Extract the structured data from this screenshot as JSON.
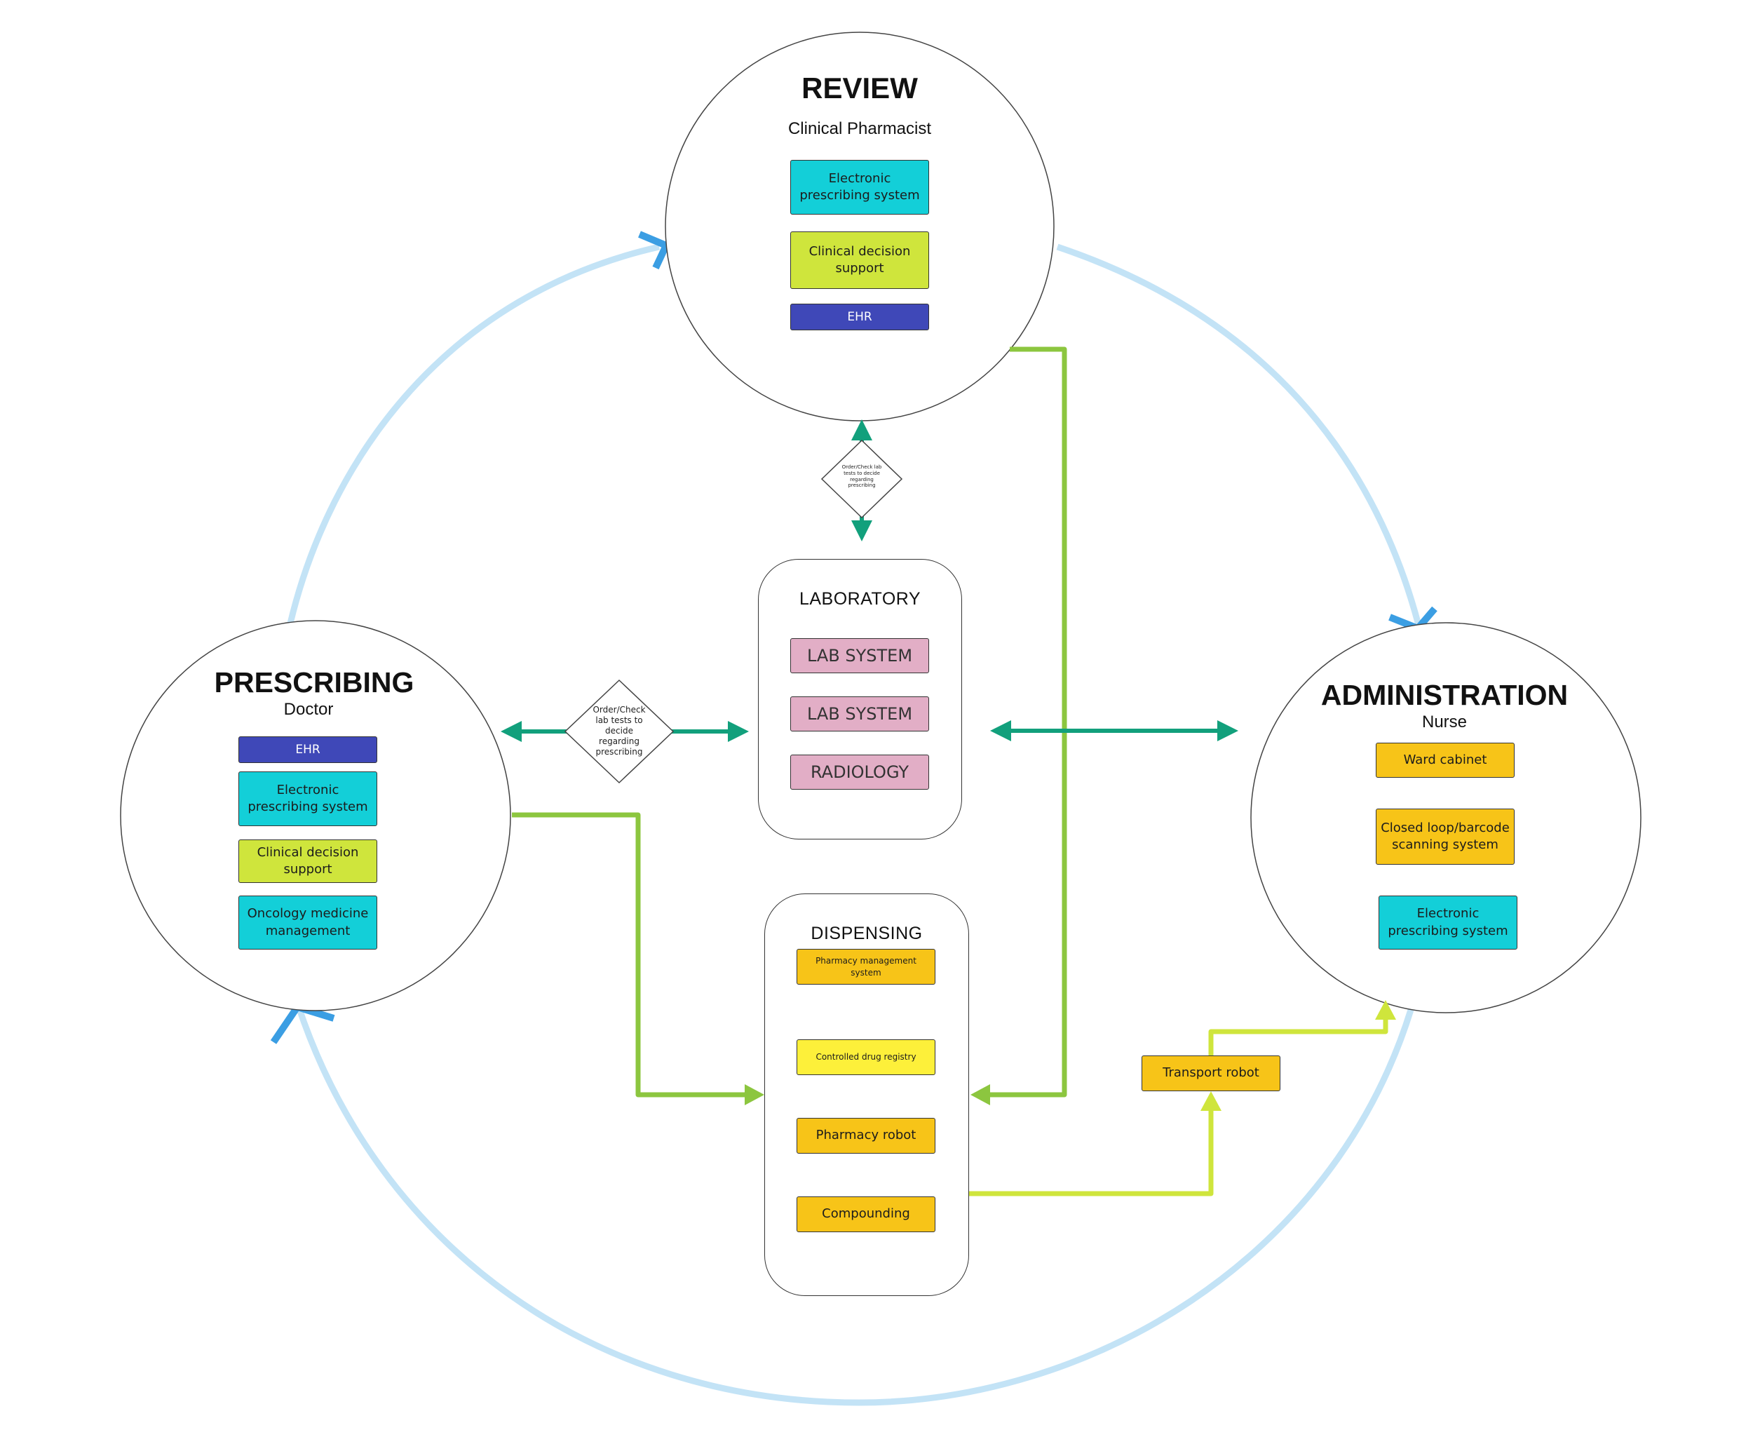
{
  "colors": {
    "cycle_arc": "#c3e3f6",
    "cycle_arrowhead": "#3b9ee3",
    "flow_green": "#8cc63f",
    "flow_lime": "#cfe53c",
    "teal_arrow": "#12a07c",
    "cyan_box": "#13cfd8",
    "lime_box": "#cfe53c",
    "indigo_box": "#3f48b8",
    "pink_box": "#e2aec6",
    "amber_box": "#f7c418",
    "yellow_box": "#fdf03a"
  },
  "review": {
    "title": "REVIEW",
    "subtitle": "Clinical Pharmacist",
    "items": [
      "Electronic prescribing system",
      "Clinical decision support",
      "EHR"
    ]
  },
  "prescribing": {
    "title": "PRESCRIBING",
    "subtitle": "Doctor",
    "items": [
      "EHR",
      "Electronic prescribing system",
      "Clinical decision support",
      "Oncology medicine management"
    ]
  },
  "administration": {
    "title": "ADMINISTRATION",
    "subtitle": "Nurse",
    "items": [
      "Ward cabinet",
      "Closed loop/barcode scanning system",
      "Electronic prescribing system"
    ]
  },
  "laboratory": {
    "title": "LABORATORY",
    "items": [
      "LAB SYSTEM",
      "LAB SYSTEM",
      "RADIOLOGY"
    ]
  },
  "dispensing": {
    "title": "DISPENSING",
    "items": [
      "Pharmacy management system",
      "Controlled drug registry",
      "Pharmacy robot",
      "Compounding"
    ]
  },
  "transport": {
    "label": "Transport robot"
  },
  "decisions": {
    "top": "Order/Check lab tests to decide regarding prescribing",
    "left": "Order/Check lab tests to decide regarding prescribing"
  }
}
